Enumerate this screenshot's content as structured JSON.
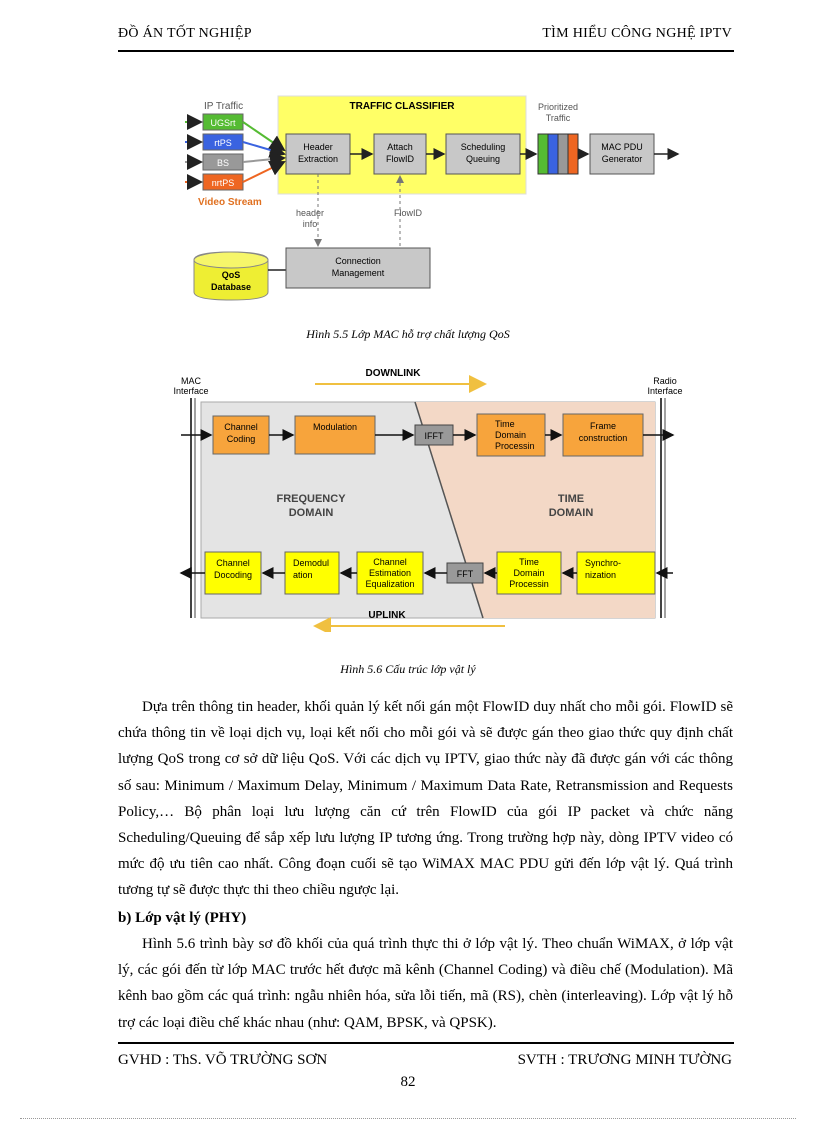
{
  "header": {
    "left": "ĐỒ ÁN TỐT NGHIỆP",
    "right": "TÌM HIỂU CÔNG NGHỆ IPTV"
  },
  "figure1": {
    "ip_traffic": "IP Traffic",
    "classes": [
      "UGSrt",
      "rtPS",
      "BS",
      "nrtPS"
    ],
    "video_stream": "Video Stream",
    "classifier_title": "TRAFFIC CLASSIFIER",
    "header_extraction": [
      "Header",
      "Extraction"
    ],
    "attach_flowid": [
      "Attach",
      "FlowID"
    ],
    "scheduling": [
      "Scheduling",
      "Queuing"
    ],
    "prioritized": [
      "Prioritized",
      "Traffic"
    ],
    "mac_pdu": [
      "MAC PDU",
      "Generator"
    ],
    "header_info": [
      "header",
      "info"
    ],
    "flowid": "FlowID",
    "qos_db": [
      "QoS",
      "Database"
    ],
    "connection_mgmt": [
      "Connection",
      "Management"
    ],
    "caption": "Hình 5.5 Lớp MAC hỗ trợ chất lượng QoS"
  },
  "figure2": {
    "mac_interface": [
      "MAC",
      "Interface"
    ],
    "radio_interface": [
      "Radio",
      "Interface"
    ],
    "downlink": "DOWNLINK",
    "uplink": "UPLINK",
    "channel_coding": [
      "Channel",
      "Coding"
    ],
    "modulation": "Modulation",
    "ifft": "IFFT",
    "time_domain_proc_top": [
      "Time",
      "Domain",
      "Processin"
    ],
    "frame_construction": [
      "Frame",
      "construction"
    ],
    "frequency_domain": [
      "FREQUENCY",
      "DOMAIN"
    ],
    "time_domain": [
      "TIME",
      "DOMAIN"
    ],
    "channel_decoding": [
      "Channel",
      "Docoding"
    ],
    "demodulation": [
      "Demodul",
      "ation"
    ],
    "channel_estimation": [
      "Channel",
      "Estimation",
      "Equalization"
    ],
    "fft": "FFT",
    "time_domain_proc_bot": [
      "Time",
      "Domain",
      "Processin"
    ],
    "synchronization": [
      "Synchro-",
      "nization"
    ],
    "caption": "Hình 5.6 Cấu trúc lớp vật lý"
  },
  "body": {
    "paragraph1": "Dựa trên thông tin header, khối quản lý kết nối gán một FlowID duy nhất cho mỗi gói. FlowID sẽ chứa thông tin về loại dịch vụ, loại kết nối cho mỗi gói và sẽ được gán theo giao thức quy định chất lượng QoS trong cơ sở dữ liệu QoS. Với các dịch vụ IPTV, giao thức này đã được gán với các thông số sau: Minimum / Maximum Delay, Minimum / Maximum Data Rate, Retransmission and Requests Policy,… Bộ phân loại lưu lượng căn cứ trên FlowID của gói IP packet và chức năng Scheduling/Queuing để sắp xếp lưu lượng IP tương ứng. Trong trường hợp này, dòng IPTV video có mức độ ưu tiên cao nhất. Công đoạn cuối sẽ tạo WiMAX MAC PDU gửi đến lớp vật lý. Quá trình tương tự sẽ được thực thi theo chiều ngược lại.",
    "heading": "b) Lớp vật lý (PHY)",
    "paragraph2": "Hình 5.6 trình bày sơ đồ khối của quá trình thực thi ở lớp vật lý. Theo chuẩn WiMAX, ở lớp vật lý, các gói đến từ lớp MAC trước hết được mã kênh (Channel Coding) và điều chế (Modulation). Mã kênh bao gồm các quá trình: ngẫu nhiên hóa, sửa lỗi tiến, mã (RS), chèn (interleaving). Lớp vật lý hỗ trợ các loại điều chế khác nhau (như: QAM, BPSK, và QPSK)."
  },
  "footer": {
    "left": "GVHD : ThS. VÕ TRƯỜNG SƠN",
    "right": "SVTH : TRƯƠNG MINH TƯỜNG",
    "page": "82"
  },
  "colors": {
    "classifier_bg": "#ffff66",
    "box_gray": "#c8c8c8",
    "orange": "#f7a43c",
    "yellow": "#ffff00",
    "time_domain_bg": "#f3d8c6"
  }
}
